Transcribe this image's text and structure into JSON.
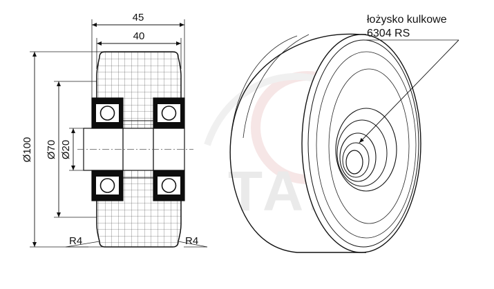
{
  "dimensions": {
    "overall_width": "45",
    "tread_width": "40",
    "outer_diameter": "Ø100",
    "hub_diameter": "Ø70",
    "bore_diameter": "Ø20",
    "radius_left": "R4",
    "radius_right": "R4"
  },
  "bearing_note": {
    "line1": "łożysko kulkowe",
    "line2": "6304 RS"
  },
  "watermark": {
    "text": "TABO"
  },
  "colors": {
    "ink": "#111111",
    "bearing_fill": "#0d0d0d",
    "watermark": "#e2e2e2",
    "watermark_accent": "#f2d8d8"
  }
}
